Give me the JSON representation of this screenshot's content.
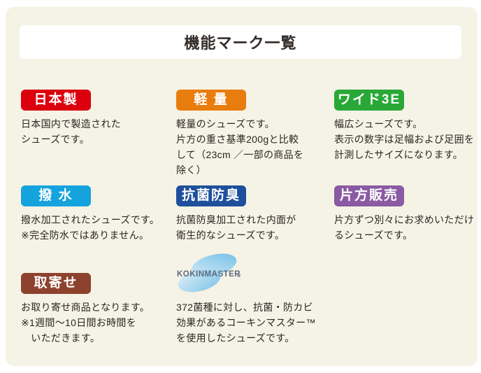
{
  "panel": {
    "title": "機能マーク一覧"
  },
  "marks": [
    {
      "label": "日本製",
      "color": "#dc000e",
      "description": "日本国内で製造された\nシューズです。"
    },
    {
      "label": "軽 量",
      "color": "#e87d0e",
      "description": "軽量のシューズです。\n片方の重さ基準200gと比較\nして（23cm ／一部の商品を\n除く）"
    },
    {
      "label": "ワイド3E",
      "color": "#29a838",
      "description": "幅広シューズです。\n表示の数字は足幅および足囲を\n計測したサイズになります。"
    },
    {
      "label": "撥 水",
      "color": "#15a3de",
      "description": "撥水加工されたシューズです。\n※完全防水ではありません。"
    },
    {
      "label": "抗菌防臭",
      "color": "#1e4f9d",
      "description": "抗菌防臭加工された内面が\n衛生的なシューズです。"
    },
    {
      "label": "片方販売",
      "color": "#8a5aa3",
      "description": "片方ずつ別々にお求めいただけ\nるシューズです。"
    },
    {
      "label": "取寄せ",
      "color": "#8d422e",
      "description": "お取り寄せ商品となります。\n※1週間〜10日間お時間を\n　いただきます。"
    }
  ],
  "kokinmaster": {
    "logo_text": "KOKINMASTER",
    "registered_mark": "®",
    "description": "372菌種に対し、抗菌・防カビ\n効果があるコーキンマスター™\nを使用したシューズです。",
    "logo_colors": {
      "light": "#d4ecf9",
      "dark": "#6fbde8",
      "text": "#5c6b7e"
    }
  }
}
